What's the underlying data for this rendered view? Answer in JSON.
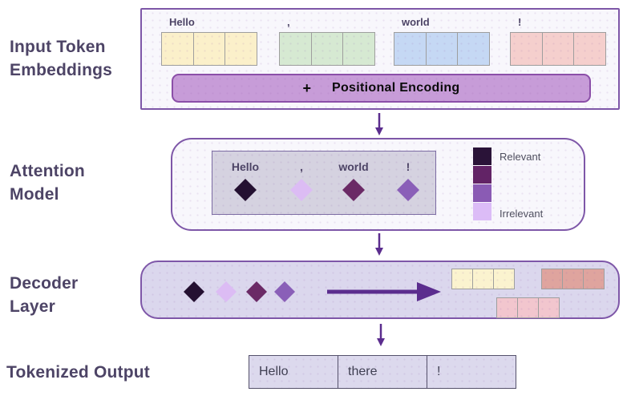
{
  "labels": {
    "input": {
      "line1": "Input Token",
      "line2": "Embeddings"
    },
    "attention": {
      "line1": "Attention",
      "line2": "Model"
    },
    "decoder": {
      "line1": "Decoder",
      "line2": "Layer"
    },
    "output": "Tokenized Output"
  },
  "input_section": {
    "tokens": [
      {
        "text": "Hello",
        "color": "#FBF0CA"
      },
      {
        "text": ",",
        "color": "#D6E9D2"
      },
      {
        "text": "world",
        "color": "#C5D8F4"
      },
      {
        "text": "!",
        "color": "#F5CFCD"
      }
    ],
    "cells_per_token": 3,
    "positional_encoding": {
      "plus": "+",
      "label": "Positional Encoding"
    }
  },
  "attention_section": {
    "tokens": [
      {
        "text": "Hello",
        "diamond_color": "#241031"
      },
      {
        "text": ",",
        "diamond_color": "#DCBCF4"
      },
      {
        "text": "world",
        "diamond_color": "#6B2A66"
      },
      {
        "text": "!",
        "diamond_color": "#8A5FB8"
      }
    ],
    "legend": {
      "swatch_colors": [
        "#2A1338",
        "#622366",
        "#8A5BB4",
        "#DCBCF7"
      ],
      "top_label": "Relevant",
      "bottom_label": "Irrelevant"
    }
  },
  "decoder_section": {
    "diamond_colors": [
      "#241031",
      "#DCBCF4",
      "#6B2A66",
      "#8A5FB8"
    ],
    "output_token_groups": [
      {
        "color": "#FBF3CF"
      },
      {
        "color": "#DFA49E"
      },
      {
        "color": "#F2C6CE"
      }
    ]
  },
  "output_section": {
    "cells": [
      "Hello",
      "there",
      "!"
    ]
  },
  "colors": {
    "label_text": "#4D4466",
    "token_label_text": "#4D4466",
    "box_border": "#7E57A8",
    "box_fill": "#F8F7FC",
    "inner_attention_fill": "#D5D2E0",
    "inner_attention_border": "#7C6CA3",
    "decoder_fill": "#DBD7ED",
    "pos_bar_fill": "#C79CD8",
    "pos_bar_border": "#8B4FA8",
    "arrow": "#5B2D8E",
    "cell_border": "#9E9E9E",
    "output_table_fill": "#DCD9ED",
    "output_table_border": "#55516B",
    "legend_text": "#4F4F5F"
  }
}
